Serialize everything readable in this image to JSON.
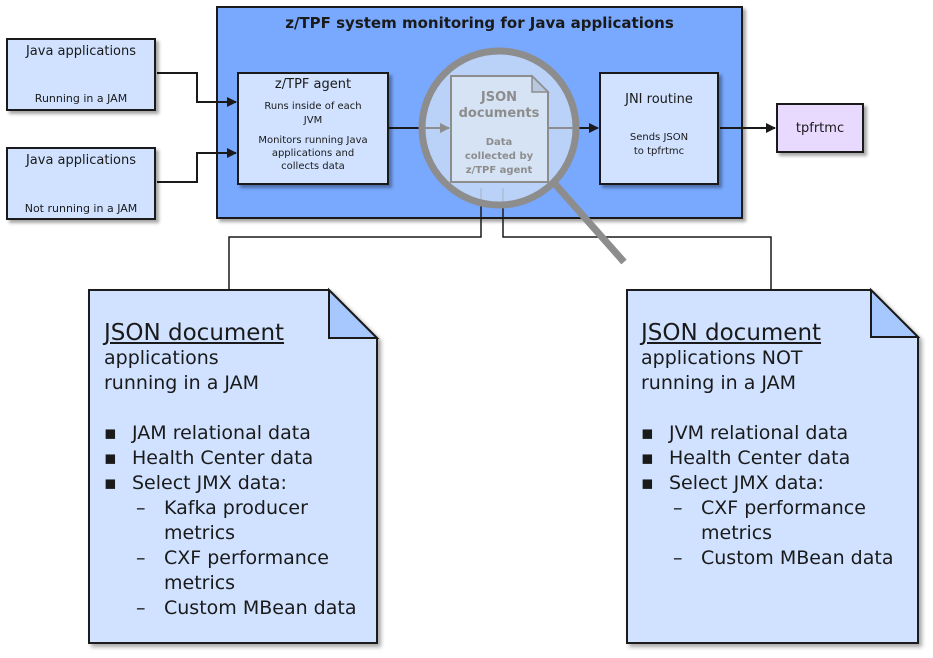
{
  "system": {
    "title": "z/TPF system monitoring for Java applications"
  },
  "sources": [
    {
      "title": "Java applications",
      "subtitle": "Running in a JAM"
    },
    {
      "title": "Java applications",
      "subtitle": "Not running in a JAM"
    }
  ],
  "agent": {
    "title": "z/TPF agent",
    "line1": "Runs inside of each",
    "line2": "JVM",
    "line3": "Monitors running Java",
    "line4": "applications and",
    "line5": "collects data"
  },
  "magnified_doc": {
    "title1": "JSON",
    "title2": "documents",
    "line1": "Data",
    "line2": "collected by",
    "line3": "z/TPF agent"
  },
  "jni": {
    "title": "JNI routine",
    "line1": "Sends JSON",
    "line2": "to tpfrtmc"
  },
  "tpfrtmc": {
    "label": "tpfrtmc"
  },
  "doc_left": {
    "title": "JSON document",
    "sub1": "applications",
    "sub2": "running in a JAM",
    "items": [
      "JAM relational data",
      "Health Center data",
      "Select JMX data:",
      "Kafka producer",
      "metrics",
      "CXF performance",
      "metrics",
      "Custom MBean data"
    ]
  },
  "doc_right": {
    "title": "JSON document",
    "sub1": "applications NOT",
    "sub2": "running in a JAM",
    "items": [
      "JVM relational data",
      "Health Center data",
      "Select JMX data:",
      "CXF performance",
      "metrics",
      "Custom MBean data"
    ]
  },
  "glyphs": {
    "bullet": "▪",
    "dash": "–"
  },
  "colors": {
    "system_blue": "#78a9ff",
    "box_blue": "#d0e2ff",
    "tpfrtmc_purple": "#e8daff",
    "outline": "#1a1a1a",
    "magnifier_ring": "#8d8d8d"
  }
}
